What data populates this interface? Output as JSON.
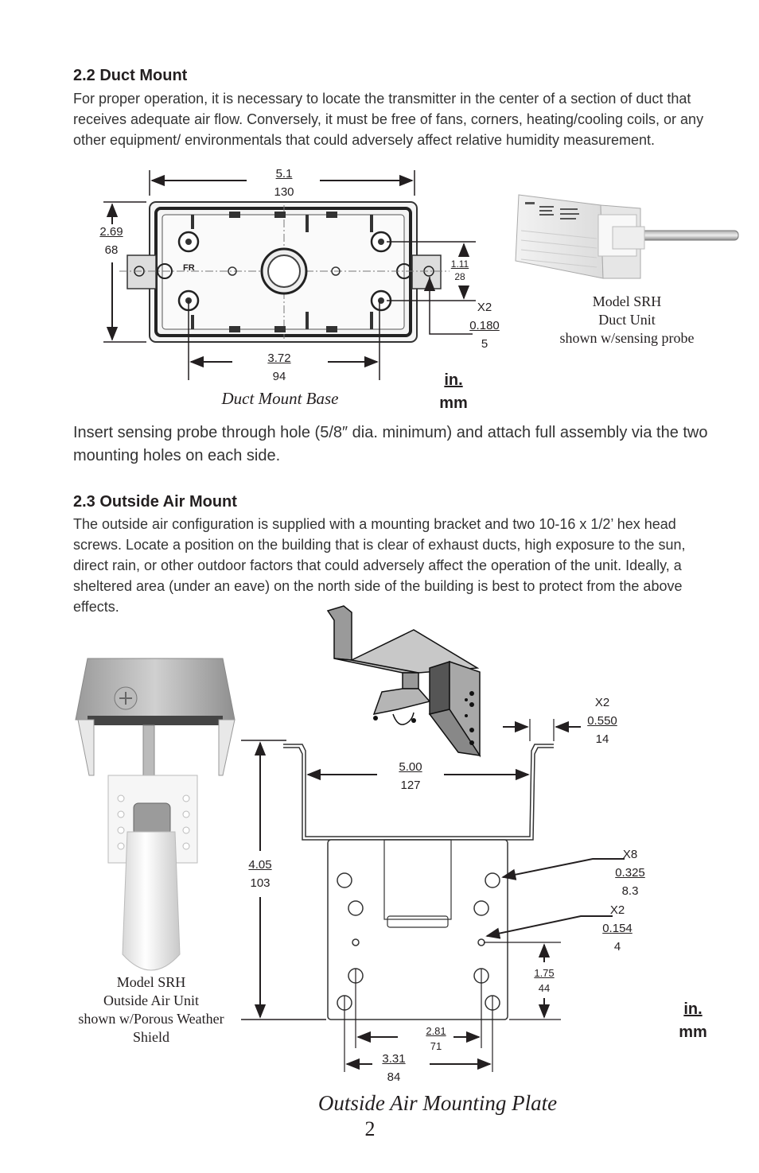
{
  "duct": {
    "heading": "2.2 Duct Mount",
    "paragraph": "For proper operation, it is necessary to locate the transmitter in the center of a section of duct that receives adequate air flow.  Conversely, it must be free of fans, corners, heating/cooling coils, or any other equipment/ environmentals that could adversely affect relative humidity measurement.",
    "dims": {
      "width_in": "5.1",
      "width_mm": "130",
      "height_in": "2.69",
      "height_mm": "68",
      "tab_in": "1.11",
      "tab_mm": "28",
      "hole_count": "X2",
      "hole_in": "0.180",
      "hole_mm": "5",
      "spacing_in": "3.72",
      "spacing_mm": "94"
    },
    "base_marking": "FR",
    "base_caption": "Duct Mount Base",
    "unit_in": "in.",
    "unit_mm": "mm",
    "photo_caption": [
      "Model SRH",
      "Duct Unit",
      "shown w/sensing probe"
    ],
    "insert_text": "Insert sensing probe through hole (5/8″ dia. minimum) and attach full assembly via the two mounting holes on each side."
  },
  "outside": {
    "heading": "2.3 Outside Air Mount",
    "paragraph": "The outside air configuration is supplied with a mounting bracket and two 10-16 x 1/2’ hex head screws.  Locate a position on the building that is clear of exhaust ducts, high exposure to the sun, direct rain, or other outdoor factors that could adversely affect the operation of the unit.  Ideally, a sheltered area (under an eave) on the north side of the building is best to protect from the above effects.",
    "dims": {
      "flange_count": "X2",
      "flange_in": "0.550",
      "flange_mm": "14",
      "width_in": "5.00",
      "width_mm": "127",
      "height_in": "4.05",
      "height_mm": "103",
      "big_hole_count": "X8",
      "big_hole_in": "0.325",
      "big_hole_mm": "8.3",
      "small_hole_count": "X2",
      "small_hole_in": "0.154",
      "small_hole_mm": "4",
      "offset_in": "1.75",
      "offset_mm": "44",
      "inner_in": "2.81",
      "inner_mm": "71",
      "outer_in": "3.31",
      "outer_mm": "84"
    },
    "unit_in": "in.",
    "unit_mm": "mm",
    "photo_caption": [
      "Model SRH",
      "Outside Air Unit",
      "shown w/Porous Weather",
      "Shield"
    ],
    "plate_caption": "Outside Air Mounting Plate"
  },
  "page_number": "2"
}
